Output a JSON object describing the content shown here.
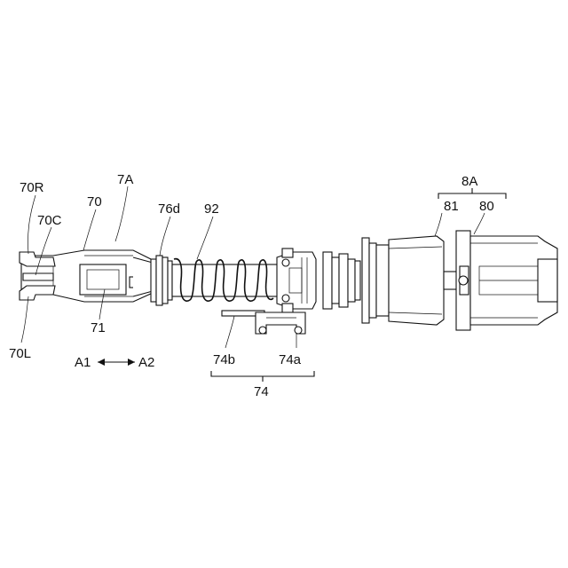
{
  "labels": {
    "l_7A": "7A",
    "l_70R": "70R",
    "l_70": "70",
    "l_76d": "76d",
    "l_92": "92",
    "l_70C": "70C",
    "l_71": "71",
    "l_70L": "70L",
    "l_A1": "A1",
    "l_A2": "A2",
    "l_74b": "74b",
    "l_74a": "74a",
    "l_74": "74",
    "l_8A": "8A",
    "l_81": "81",
    "l_80": "80"
  }
}
